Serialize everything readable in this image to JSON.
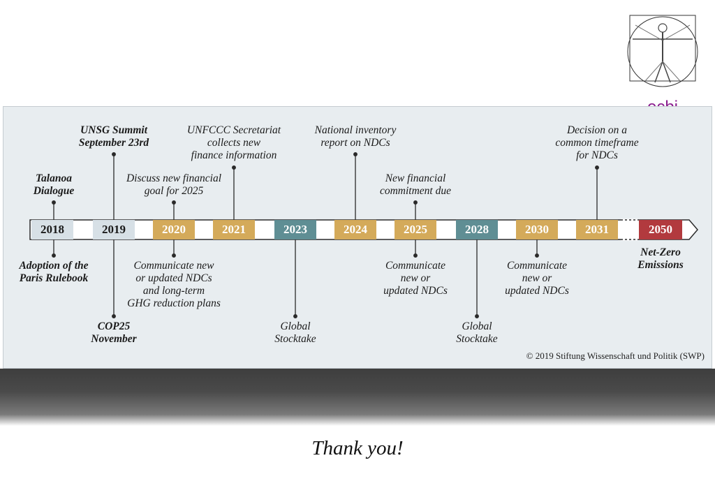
{
  "logo": {
    "text": "ecbi",
    "icon": "vitruvian-man-icon",
    "color": "#8a1c8e"
  },
  "timeline": {
    "years": [
      {
        "label": "2018",
        "style": "light"
      },
      {
        "label": "2019",
        "style": "light"
      },
      {
        "label": "2020",
        "style": "gold"
      },
      {
        "label": "2021",
        "style": "gold"
      },
      {
        "label": "2023",
        "style": "teal"
      },
      {
        "label": "2024",
        "style": "gold"
      },
      {
        "label": "2025",
        "style": "gold"
      },
      {
        "label": "2028",
        "style": "teal"
      },
      {
        "label": "2030",
        "style": "gold"
      },
      {
        "label": "2031",
        "style": "gold"
      },
      {
        "label": "2050",
        "style": "red"
      }
    ],
    "events": {
      "unsg_summit": [
        "UNSG Summit",
        "September 23rd"
      ],
      "talanoa": [
        "Talanoa",
        "Dialogue"
      ],
      "discuss_goal": [
        "Discuss new financial",
        "goal for 2025"
      ],
      "unfccc": [
        "UNFCCC Secretariat",
        "collects new",
        "finance information"
      ],
      "national_inventory": [
        "National inventory",
        "report on NDCs"
      ],
      "new_commitment": [
        "New financial",
        "commitment due"
      ],
      "decision": [
        "Decision on a",
        "common timeframe",
        "for NDCs"
      ],
      "adoption": [
        "Adoption of the",
        "Paris Rulebook"
      ],
      "cop25": [
        "COP25",
        "November"
      ],
      "communicate_2020": [
        "Communicate new",
        "or updated NDCs",
        "and long-term",
        "GHG reduction plans"
      ],
      "stocktake_2023": [
        "Global",
        "Stocktake"
      ],
      "communicate_2025": [
        "Communicate",
        "new or",
        "updated NDCs"
      ],
      "stocktake_2028": [
        "Global",
        "Stocktake"
      ],
      "communicate_2030": [
        "Communicate",
        "new or",
        "updated NDCs"
      ],
      "net_zero": [
        "Net-Zero",
        "Emissions"
      ]
    },
    "colors": {
      "gold": "#d4aa5a",
      "teal": "#5f8e94",
      "red": "#b23a3e",
      "light": "#d7e0e6"
    }
  },
  "copyright": "© 2019 Stiftung Wissenschaft und Politik (SWP)",
  "footer": {
    "thanks": "Thank you!"
  }
}
